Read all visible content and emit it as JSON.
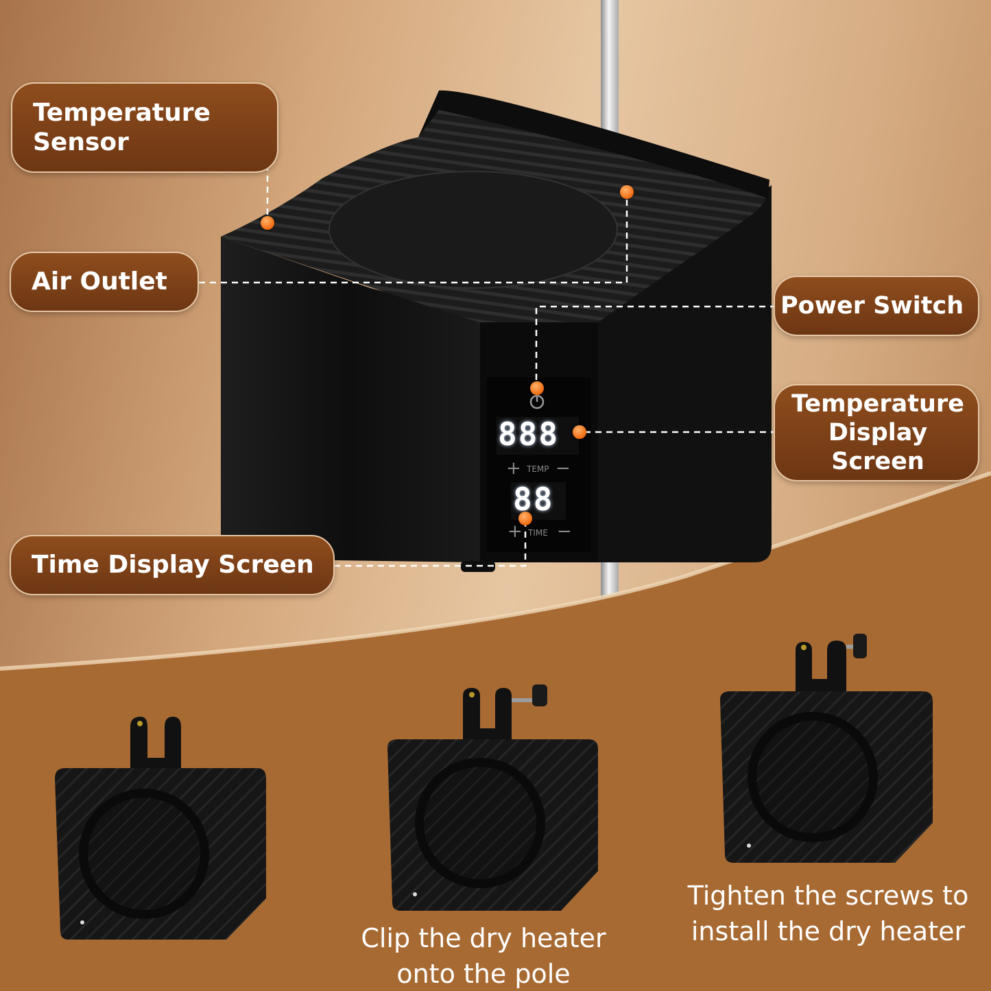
{
  "colors": {
    "callout_bg": "#7c4118",
    "callout_border": "#e8c7a6",
    "dot": "#f06a10",
    "device": "#141414",
    "lower_bg": "#a86a33"
  },
  "labels": {
    "temperature_sensor_line1": "Temperature",
    "temperature_sensor_line2": "Sensor",
    "air_outlet": "Air Outlet",
    "power_switch": "Power Switch",
    "temp_display_line1": "Temperature",
    "temp_display_line2": "Display Screen",
    "time_display": "Time Display Screen"
  },
  "panel": {
    "temp_digits": "888",
    "time_digits": "88",
    "temp_label": "TEMP",
    "time_label": "TIME",
    "plus": "+",
    "minus": "−",
    "power_icon": "power-icon"
  },
  "steps": {
    "step2_line1": "Clip the dry heater",
    "step2_line2": "onto the pole",
    "step3_line1": "Tighten the screws to",
    "step3_line2": "install the dry heater"
  }
}
